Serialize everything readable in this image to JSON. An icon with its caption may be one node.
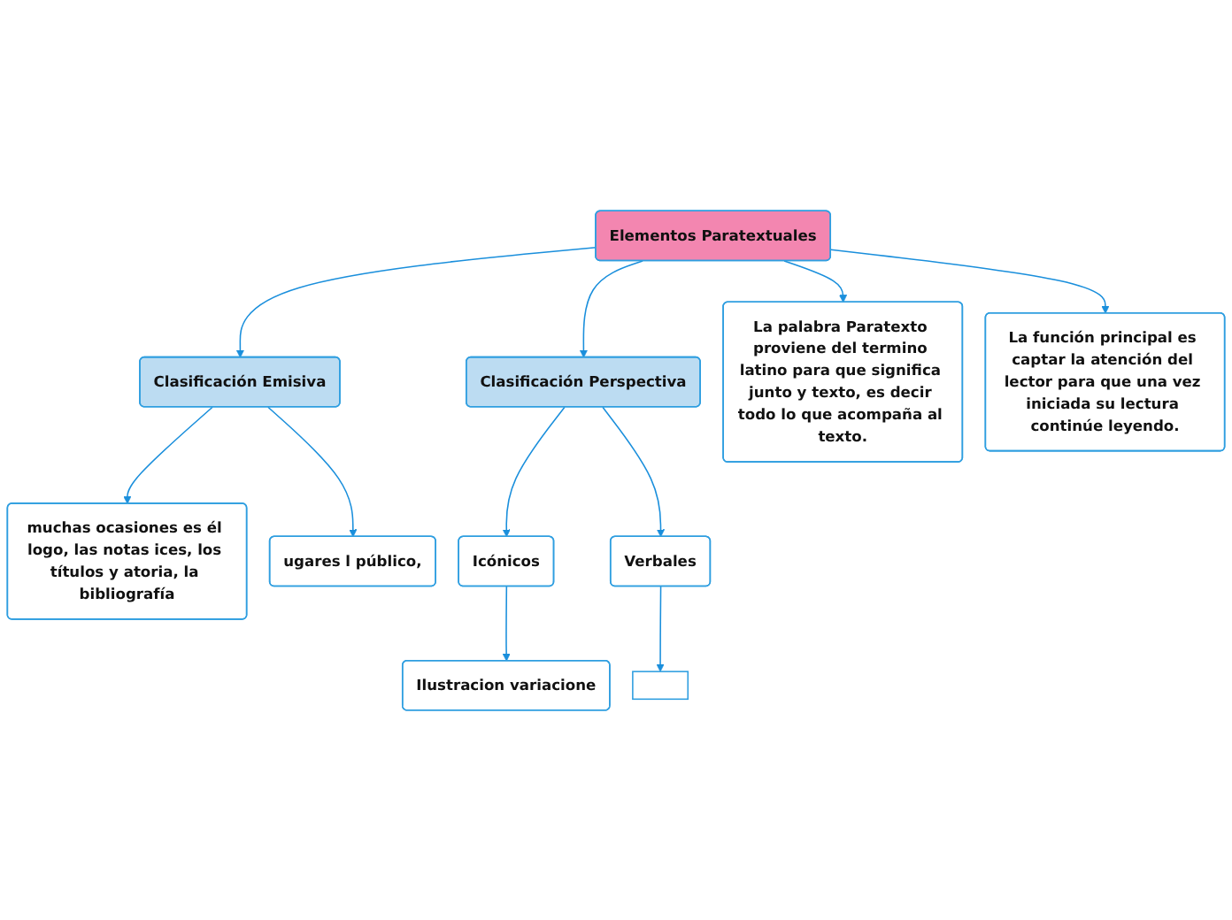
{
  "diagram": {
    "nodes": [
      {
        "text": [
          "Elementos Paratextuales"
        ]
      },
      {
        "text": [
          "Clasificación Emisiva"
        ]
      },
      {
        "text": [
          "muchas ocasiones es él logo, las notas ices, los títulos y atoria, la bibliografía"
        ]
      },
      {
        "text": [
          "ugares l público,"
        ]
      },
      {
        "text": [
          "Clasificación Perspectiva"
        ]
      },
      {
        "text": [
          "Icónicos"
        ]
      },
      {
        "text": [
          "Ilustracion variacione"
        ]
      },
      {
        "text": [
          "Verbales"
        ]
      },
      {
        "text": [],
        "shape": "box"
      },
      {
        "text": [
          "La palabra Paratexto proviene del termino latino para que significa junto y texto, es decir todo lo que acompaña al texto."
        ]
      },
      {
        "text": [
          "La función principal es captar la atención del lector para que una vez iniciada su lectura continúe leyendo."
        ]
      }
    ],
    "edges": [
      {
        "from": 0,
        "to": 1,
        "arrow": "to"
      },
      {
        "from": 1,
        "to": 2,
        "arrow": "to"
      },
      {
        "from": 1,
        "to": 3,
        "arrow": "to"
      },
      {
        "from": 0,
        "to": 4,
        "arrow": "to"
      },
      {
        "from": 4,
        "to": 5,
        "arrow": "to"
      },
      {
        "from": 5,
        "to": 6,
        "arrow": "to"
      },
      {
        "from": 4,
        "to": 7,
        "arrow": "to"
      },
      {
        "from": 7,
        "to": 8,
        "arrow": "to"
      },
      {
        "from": 0,
        "to": 9,
        "arrow": "to"
      },
      {
        "from": 0,
        "to": 10,
        "arrow": "to"
      }
    ]
  }
}
